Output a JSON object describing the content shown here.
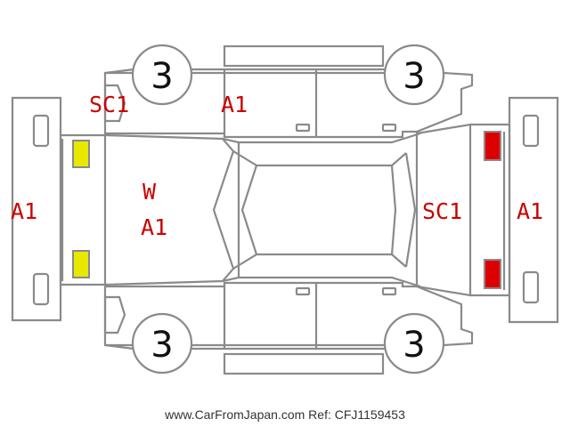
{
  "labels": {
    "sc1_left": "SC1",
    "a1_top": "A1",
    "a1_left_bumper": "A1",
    "w": "W",
    "a1_windshield": "A1",
    "sc1_right": "SC1",
    "a1_right_bumper": "A1"
  },
  "wheels": {
    "front_left": "3",
    "rear_left": "3",
    "front_right": "3",
    "rear_right": "3"
  },
  "footer": "www.CarFromJapan.com Ref: CFJ1159453",
  "colors": {
    "label": "#cc0000",
    "outline": "#8a8a8a",
    "front_lights": "#e8e800",
    "rear_lights": "#dd0000"
  }
}
